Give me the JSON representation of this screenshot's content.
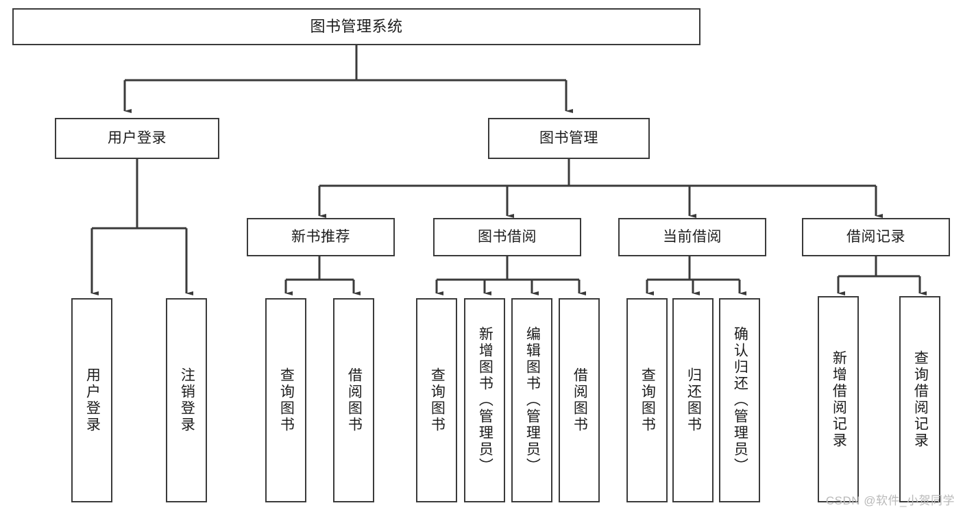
{
  "diagram": {
    "title": "图书管理系统",
    "type": "tree-hierarchy",
    "orientation": "top-down",
    "colors": {
      "stroke": "#3a3a3a",
      "fill": "#ffffff",
      "text": "#1c1c1c",
      "watermark": "#b9b9b9"
    },
    "nodes": {
      "root": "图书管理系统",
      "level2": {
        "user_login": "用户登录",
        "book_management": "图书管理"
      },
      "level3": {
        "new_book_recommend": "新书推荐",
        "book_borrow": "图书借阅",
        "current_borrow": "当前借阅",
        "borrow_record": "借阅记录"
      },
      "leaves": {
        "user_login_children": [
          "用户登录",
          "注销登录"
        ],
        "new_book_recommend_children": [
          "查询图书",
          "借阅图书"
        ],
        "book_borrow_children": [
          "查询图书",
          "新增图书（管理员）",
          "编辑图书（管理员）",
          "借阅图书"
        ],
        "current_borrow_children": [
          "查询图书",
          "归还图书",
          "确认归还（管理员）"
        ],
        "borrow_record_children": [
          "新增借阅记录",
          "查询借阅记录"
        ]
      }
    },
    "watermark": "CSDN @软件_小贺同学"
  }
}
